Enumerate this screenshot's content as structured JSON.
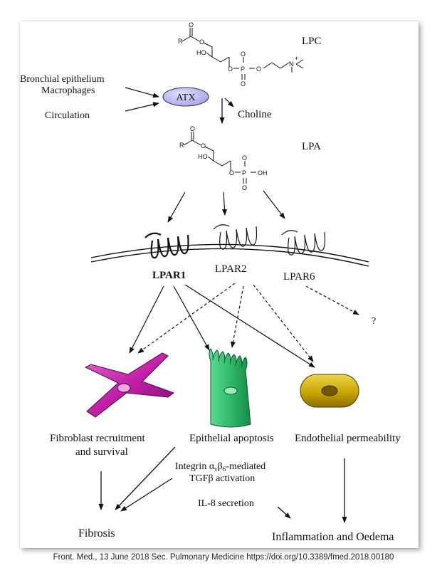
{
  "molecules": {
    "lpc": {
      "name": "LPC",
      "atoms": {
        "r": "R",
        "o1": "O",
        "o2": "O",
        "ho": "HO",
        "o3": "O",
        "p": "P",
        "o4": "O",
        "o5": "O",
        "o6": "O",
        "n": "N",
        "plus": "+"
      }
    },
    "lpa": {
      "name": "LPA",
      "atoms": {
        "r": "R",
        "o1": "O",
        "o2": "O",
        "ho": "HO",
        "o3": "O",
        "p": "P",
        "o4": "O",
        "o5": "O",
        "oh": "OH"
      }
    }
  },
  "enzyme": {
    "label": "ATX",
    "fill": "#b7b5f0"
  },
  "sources": [
    "Bronchial epithelium",
    "Macrophages",
    "Circulation"
  ],
  "byproduct": "Choline",
  "receptors": {
    "lpar1": "LPAR1",
    "lpar2": "LPAR2",
    "lpar6": "LPAR6",
    "unknown": "?"
  },
  "cells": {
    "fibroblast": {
      "label_line1": "Fibroblast  recruitment",
      "label_line2": "and survival",
      "color": "#c21fa8"
    },
    "epithelial": {
      "label": "Epithelial apoptosis",
      "color": "#2fbb6a"
    },
    "endothelial": {
      "label": "Endothelial permeability",
      "color": "#c9a600"
    }
  },
  "mechanisms": {
    "integrin_pre": "Integrin α",
    "integrin_sub1": "v",
    "integrin_mid": "β",
    "integrin_sub2": "6",
    "integrin_post": "-mediated",
    "tgf": "TGFβ activation",
    "il8": "IL-8 secretion"
  },
  "outcomes": {
    "fibrosis": "Fibrosis",
    "inflammation": "Inflammation and Oedema"
  },
  "caption": "Front. Med., 13 June 2018 Sec. Pulmonary Medicine https://doi.org/10.3389/fmed.2018.00180"
}
